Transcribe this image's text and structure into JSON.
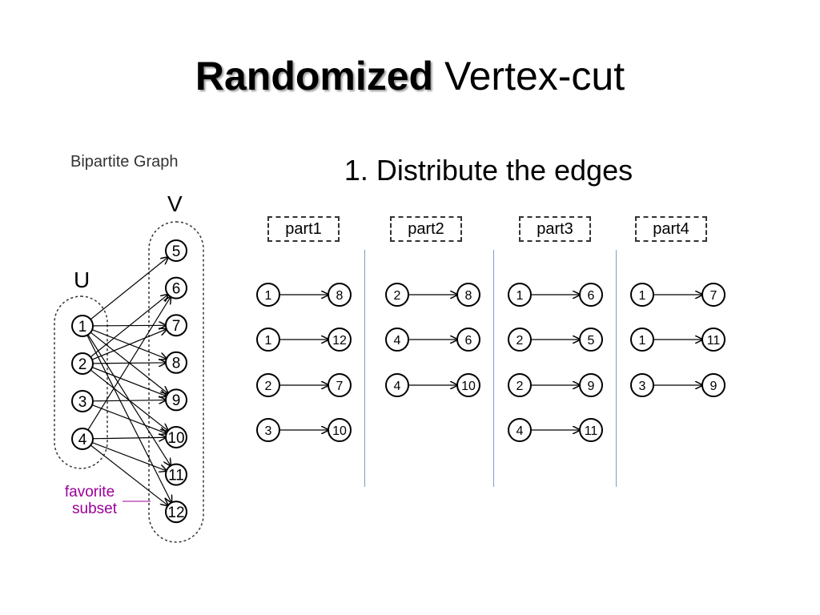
{
  "title": {
    "emphasis": "Randomized",
    "rest": "Vertex-cut"
  },
  "subtitle": "1. Distribute the edges",
  "graph": {
    "caption": "Bipartite Graph",
    "u_label": "U",
    "v_label": "V",
    "u_nodes": [
      "1",
      "2",
      "3",
      "4"
    ],
    "v_nodes": [
      "5",
      "6",
      "7",
      "8",
      "9",
      "10",
      "11",
      "12"
    ],
    "edges": [
      [
        "1",
        "5"
      ],
      [
        "1",
        "7"
      ],
      [
        "1",
        "8"
      ],
      [
        "1",
        "9"
      ],
      [
        "1",
        "11"
      ],
      [
        "1",
        "12"
      ],
      [
        "2",
        "6"
      ],
      [
        "2",
        "7"
      ],
      [
        "2",
        "8"
      ],
      [
        "2",
        "9"
      ],
      [
        "2",
        "10"
      ],
      [
        "3",
        "9"
      ],
      [
        "3",
        "10"
      ],
      [
        "4",
        "6"
      ],
      [
        "4",
        "10"
      ],
      [
        "4",
        "11"
      ],
      [
        "4",
        "12"
      ]
    ],
    "annotation_line1": "favorite",
    "annotation_line2": "subset",
    "annotation_color": "#990099"
  },
  "parts": [
    {
      "label": "part1",
      "edges": [
        [
          "1",
          "8"
        ],
        [
          "1",
          "12"
        ],
        [
          "2",
          "7"
        ],
        [
          "3",
          "10"
        ]
      ]
    },
    {
      "label": "part2",
      "edges": [
        [
          "2",
          "8"
        ],
        [
          "4",
          "6"
        ],
        [
          "4",
          "10"
        ]
      ]
    },
    {
      "label": "part3",
      "edges": [
        [
          "1",
          "6"
        ],
        [
          "2",
          "5"
        ],
        [
          "2",
          "9"
        ],
        [
          "4",
          "11"
        ]
      ]
    },
    {
      "label": "part4",
      "edges": [
        [
          "1",
          "7"
        ],
        [
          "1",
          "11"
        ],
        [
          "3",
          "9"
        ]
      ]
    }
  ]
}
